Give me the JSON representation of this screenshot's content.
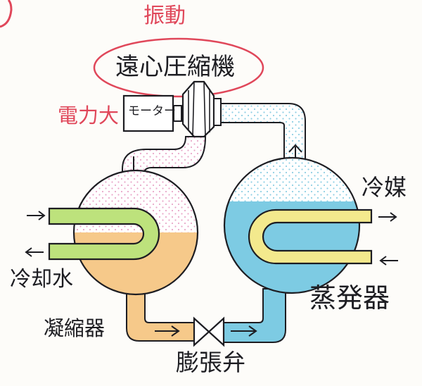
{
  "labels": {
    "vibration": "振動",
    "compressor": "遠心圧縮機",
    "motor": "モーター",
    "high_power": "電力大",
    "refrigerant": "冷媒",
    "cooling_water": "冷却水",
    "condenser": "凝縮器",
    "evaporator": "蒸発器",
    "expansion_valve": "膨張弁"
  },
  "colors": {
    "ink": "#1d1d22",
    "accent_red": "#e0475a",
    "liquid_orange": "#f6c98a",
    "evaporator_blue": "#7dcbe3",
    "vapor_pink": "#e9a7c9",
    "vapor_blue": "#a9dbea",
    "coolwater_green": "#bde27c",
    "refrigerant_yellow": "#f3e98d"
  }
}
